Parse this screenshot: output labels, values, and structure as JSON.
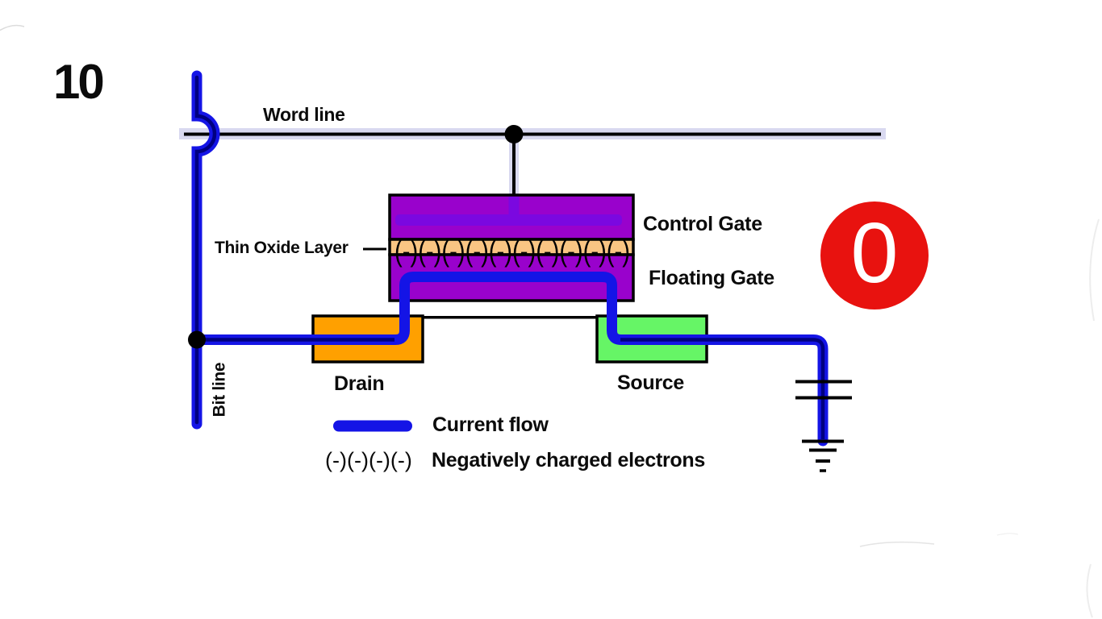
{
  "page": {
    "slide_number": "10",
    "background": "#ffffff"
  },
  "diagram": {
    "word_line_label": "Word line",
    "bit_line_label": "Bit line",
    "thin_oxide_label": "Thin Oxide Layer",
    "control_gate_label": "Control Gate",
    "floating_gate_label": "Floating Gate",
    "drain_label": "Drain",
    "source_label": "Source",
    "oxide_electrons": "(-)(-)(-)(-)(-)(-)(-)(-)(-)(-)",
    "state_badge_value": "0",
    "colors": {
      "current_blue": "#1414e6",
      "wire_core_navy": "#000080",
      "gate_purple": "#9902cc",
      "gate_stripe_violet": "#7b08e0",
      "oxide_tan": "#f9c583",
      "drain_orange": "#ffa000",
      "source_green": "#66f566",
      "badge_red": "#e8120f",
      "wire_backing_lavender": "#d9d9f0"
    }
  },
  "legend": {
    "current_flow_label": "Current flow",
    "electron_symbol": "(-)(-)(-)(-)",
    "electron_label": "Negatively charged electrons"
  }
}
